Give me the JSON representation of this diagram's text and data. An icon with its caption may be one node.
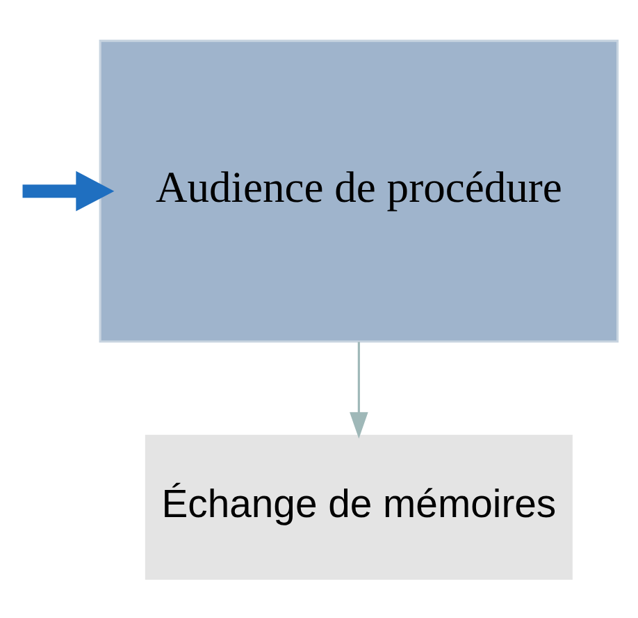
{
  "diagram": {
    "nodes": [
      {
        "text": [
          "Audience de procédure"
        ]
      },
      {
        "text": [
          "Échange de mémoires"
        ]
      }
    ],
    "edges": [
      {
        "from": null,
        "to": 0,
        "arrow": "to",
        "style": "thick",
        "color": "#1f6fc0"
      },
      {
        "from": 0,
        "to": 1,
        "arrow": "to",
        "color": "#9fb8b8"
      }
    ]
  }
}
